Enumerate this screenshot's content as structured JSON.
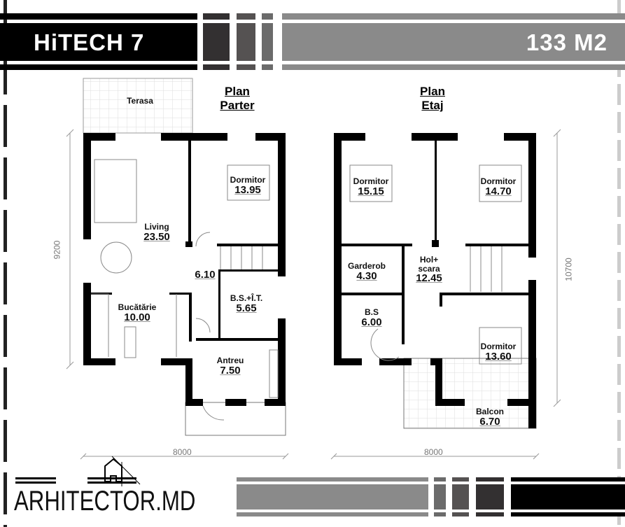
{
  "header": {
    "project_name": "HiTECH 7",
    "area": "133 M2"
  },
  "ground_floor": {
    "title_line1": "Plan",
    "title_line2": "Parter",
    "rooms": [
      {
        "name": "Terasa",
        "area": ""
      },
      {
        "name": "Living",
        "area": "23.50"
      },
      {
        "name": "Dormitor",
        "area": "13.95"
      },
      {
        "name": "",
        "area": "6.10"
      },
      {
        "name": "B.S.+Î.T.",
        "area": "5.65"
      },
      {
        "name": "Bucătărie",
        "area": "10.00"
      },
      {
        "name": "Antreu",
        "area": "7.50"
      }
    ],
    "dim_width": "8000",
    "dim_height": "9200"
  },
  "upper_floor": {
    "title_line1": "Plan",
    "title_line2": "Etaj",
    "rooms": [
      {
        "name": "Dormitor",
        "area": "15.15"
      },
      {
        "name": "Dormitor",
        "area": "14.70"
      },
      {
        "name": "Garderob",
        "area": "4.30"
      },
      {
        "name": "Hol+ scara",
        "area": "12.45"
      },
      {
        "name": "B.S",
        "area": "6.00"
      },
      {
        "name": "Dormitor",
        "area": "13.60"
      },
      {
        "name": "Balcon",
        "area": "6.70"
      }
    ],
    "dim_width": "8000",
    "dim_height": "10700"
  },
  "footer": {
    "brand": "ARHITECTOR.MD"
  },
  "colors": {
    "black": "#000000",
    "dark": "#333031",
    "mid": "#555252",
    "light": "#6b6b6b",
    "grey": "#8a8a8a"
  }
}
